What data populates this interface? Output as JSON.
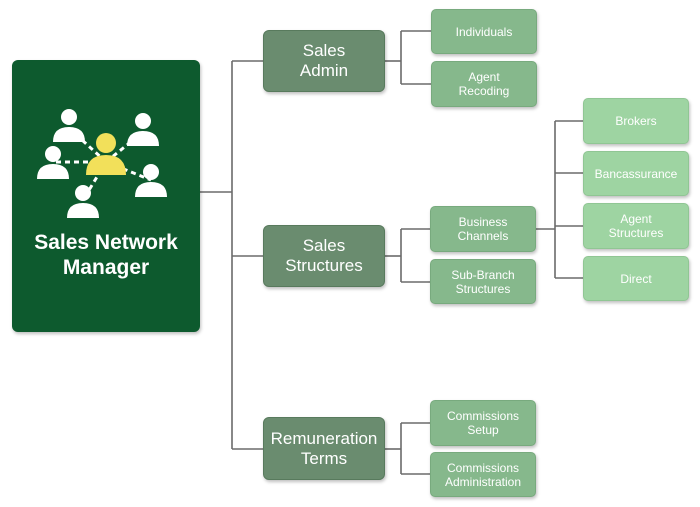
{
  "root": {
    "title": "Sales Network\nManager",
    "icon": "people-network-icon"
  },
  "branches": [
    {
      "label": "Sales\nAdmin",
      "children": [
        {
          "label": "Individuals"
        },
        {
          "label": "Agent\nRecoding"
        }
      ]
    },
    {
      "label": "Sales\nStructures",
      "children": [
        {
          "label": "Business\nChannels",
          "children": [
            {
              "label": "Brokers"
            },
            {
              "label": "Bancassurance"
            },
            {
              "label": "Agent\nStructures"
            },
            {
              "label": "Direct"
            }
          ]
        },
        {
          "label": "Sub-Branch\nStructures"
        }
      ]
    },
    {
      "label": "Remuneration\nTerms",
      "children": [
        {
          "label": "Commissions\nSetup"
        },
        {
          "label": "Commissions\nAdministration"
        }
      ]
    }
  ],
  "colors": {
    "root": "#0d5a2e",
    "level1": "#6a8c6f",
    "level2": "#86b88c",
    "level3": "#9ed4a2",
    "connector": "#6b6b6b",
    "icon_person": "#ffffff",
    "icon_center": "#f2e05a"
  }
}
